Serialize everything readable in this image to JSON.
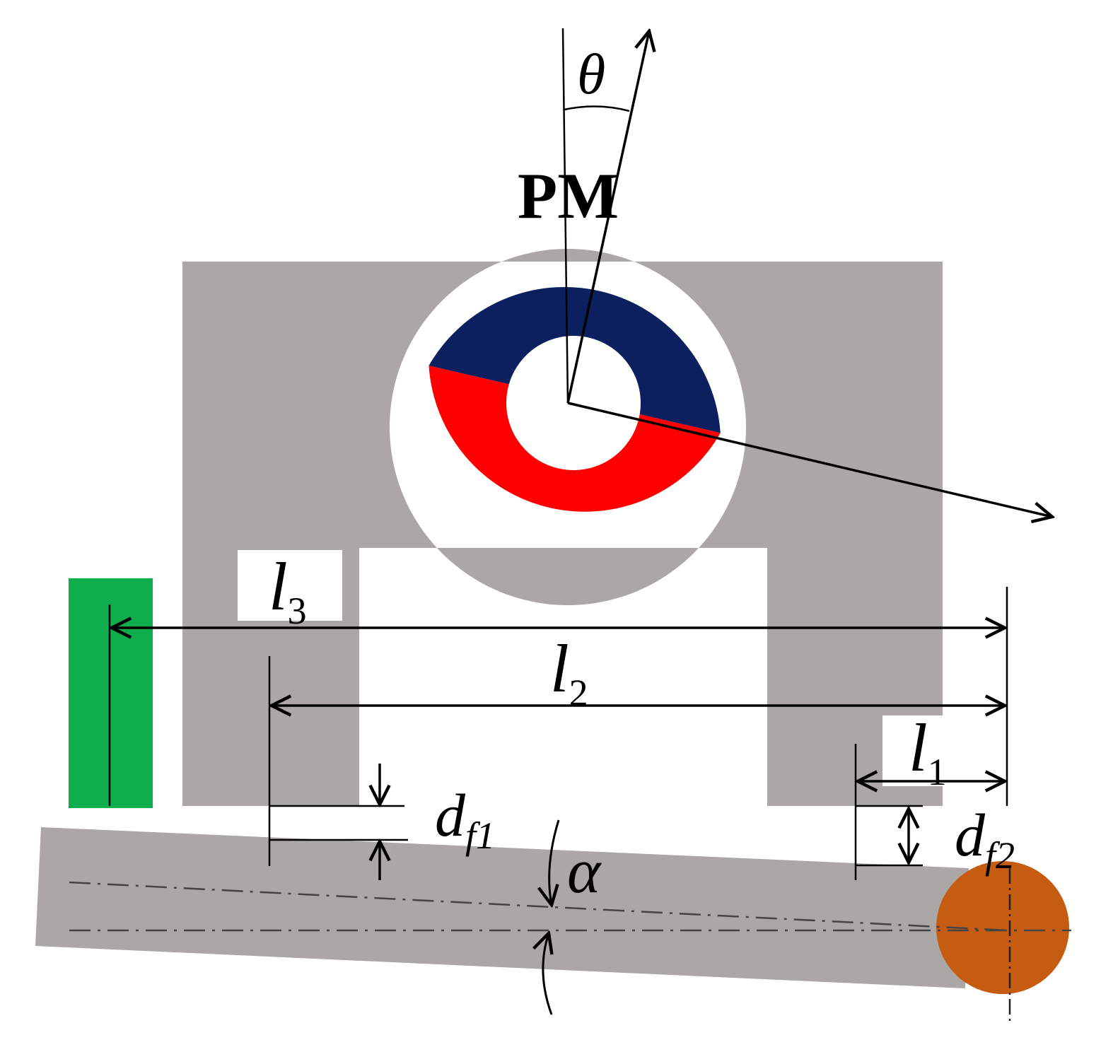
{
  "labels": {
    "pm": "PM",
    "theta": "θ",
    "alpha": "α",
    "l1": {
      "base": "l",
      "sub": "1"
    },
    "l2": {
      "base": "l",
      "sub": "2"
    },
    "l3": {
      "base": "l",
      "sub": "3"
    },
    "df1": {
      "base": "d",
      "sub": "f1"
    },
    "df2": {
      "base": "d",
      "sub": "f2"
    }
  },
  "colors": {
    "core": "#aba7a7",
    "magnet_north": "#0c1f5f",
    "magnet_south": "#ff0000",
    "left_block": "#0fae4c",
    "tip_ball": "#c65b12",
    "ink": "#000000",
    "centerline": "#444444"
  }
}
